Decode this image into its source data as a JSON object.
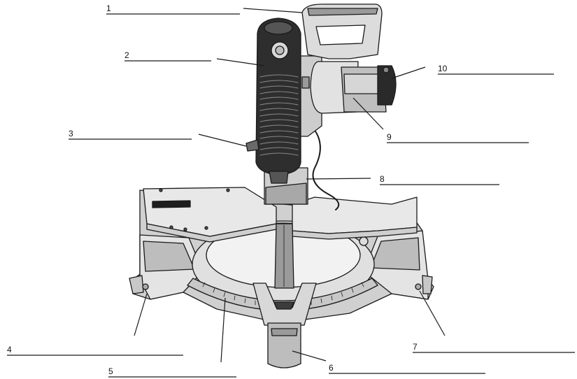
{
  "diagram": {
    "labels": [
      "1",
      "2",
      "3",
      "4",
      "5",
      "6",
      "7",
      "8",
      "9",
      "10"
    ]
  },
  "colors": {
    "line": "#1a1a1a",
    "body": "#d6d6d6",
    "light": "#ececec",
    "mid": "#b3b3b3",
    "dark": "#3a3a3a"
  }
}
